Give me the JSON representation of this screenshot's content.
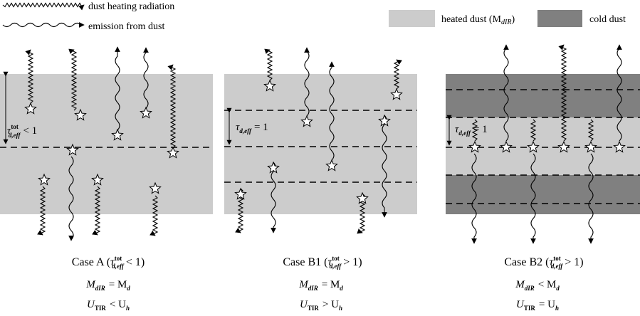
{
  "legend": {
    "heating_label": "dust heating radiation",
    "emission_label": "emission from dust",
    "heated_label": "heated dust (M",
    "heated_sub": "dIR",
    "heated_close": ")",
    "cold_label": "cold dust",
    "heated_color": "#cccccc",
    "cold_color": "#808080"
  },
  "panels": {
    "a": {
      "tau_sym": "τ",
      "tau_sup": "tot",
      "tau_sub": "d,eff",
      "tau_rel": "< 1",
      "case_prefix": "Case A (",
      "case_sup": "tot",
      "case_sub": "d,eff",
      "case_rel": "< 1)",
      "eq1": [
        "M",
        "dIR",
        "= M",
        "d"
      ],
      "eq2": [
        "U",
        "TIR",
        "< U",
        "h"
      ]
    },
    "b1": {
      "tau_sym": "τ",
      "tau_sub": "d,eff",
      "tau_rel": "= 1",
      "case_prefix": "Case B1 (",
      "case_sup": "tot",
      "case_sub": "d,eff",
      "case_rel": "> 1)",
      "eq1": [
        "M",
        "dIR",
        "= M",
        "d"
      ],
      "eq2": [
        "U",
        "TIR",
        "> U",
        "h"
      ]
    },
    "b2": {
      "tau_sym": "τ",
      "tau_sub": "d,eff",
      "tau_rel": "= 1",
      "case_prefix": "Case B2 (",
      "case_sup": "tot",
      "case_sub": "d,eff",
      "case_rel": "> 1)",
      "eq1": [
        "M",
        "dIR",
        "< M",
        "d"
      ],
      "eq2": [
        "U",
        "TIR",
        "= U",
        "h"
      ]
    }
  }
}
